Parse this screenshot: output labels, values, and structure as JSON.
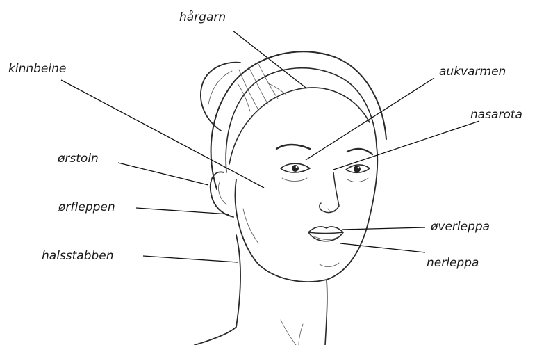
{
  "labels": {
    "hargarn": "hårgarn",
    "kinnbeine": "kinnbeine",
    "aukvarmen": "aukvarmen",
    "nasarota": "nasarota",
    "orstoln": "ørstoln",
    "orfleppen": "ørfleppen",
    "overleppa": "øverleppa",
    "nerleppa": "nerleppa",
    "halsstabben": "halsstabben"
  }
}
